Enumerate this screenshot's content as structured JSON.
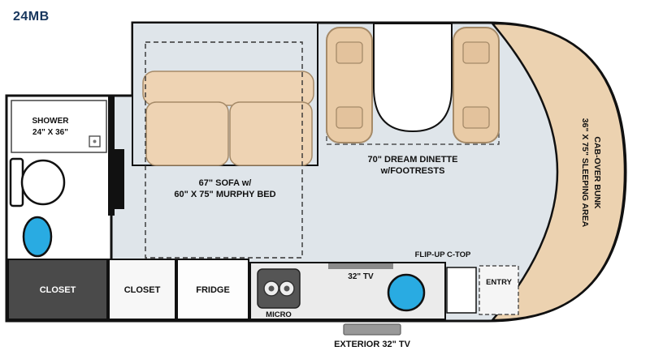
{
  "model": "24MB",
  "colors": {
    "floor": "#dfe5ea",
    "furniture_tan": "#ecd2b0",
    "sink_blue": "#29abe2",
    "closet_dark": "#4a4a4a",
    "outline": "#111111"
  },
  "labels": {
    "shower_line1": "SHOWER",
    "shower_line2": "24\" X 36\"",
    "sofa_line1": "67\" SOFA w/",
    "sofa_line2": "60\" X 75\" MURPHY BED",
    "dinette_line1": "70\" DREAM DINETTE",
    "dinette_line2": "w/FOOTRESTS",
    "bunk_line1": "CAB-OVER BUNK",
    "bunk_line2": "36\" X 75\" SLEEPING AREA",
    "closet_left": "CLOSET",
    "closet_mid": "CLOSET",
    "fridge": "FRIDGE",
    "micro": "MICRO",
    "tv": "32\" TV",
    "flip_up_ctop": "FLIP-UP C-TOP",
    "entry": "ENTRY",
    "exterior_tv": "EXTERIOR 32\" TV"
  }
}
